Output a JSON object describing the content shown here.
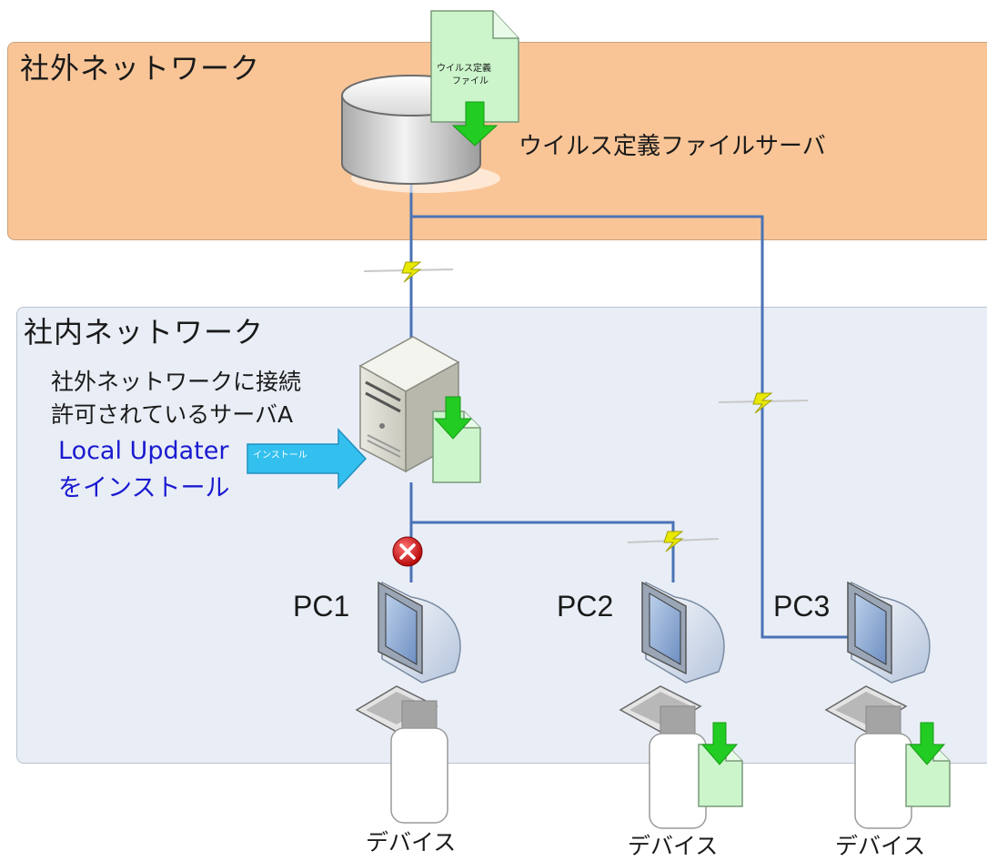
{
  "zones": {
    "external": {
      "title": "社外ネットワーク",
      "color": "#f9c597"
    },
    "internal": {
      "title": "社内ネットワーク",
      "color": "#e9eef6"
    }
  },
  "definition_server": {
    "label": "ウイルス定義ファイルサーバ",
    "file_text_line1": "ウイルス定義",
    "file_text_line2": "ファイル"
  },
  "server_a": {
    "line1": "社外ネットワークに接続",
    "line2": "許可されているサーバA"
  },
  "local_updater": {
    "line1": "Local Updater",
    "line2": "をインストール",
    "arrow_text": "インストール",
    "color": "#1a1ad0"
  },
  "pcs": [
    {
      "label": "PC1",
      "blocked": true
    },
    {
      "label": "PC2",
      "blocked": false
    },
    {
      "label": "PC3",
      "blocked": false
    }
  ],
  "devices": [
    {
      "label": "デバイス",
      "has_file": false
    },
    {
      "label": "デバイス",
      "has_file": true
    },
    {
      "label": "デバイス",
      "has_file": true
    }
  ],
  "colors": {
    "network_line": "#4a72b5",
    "download_arrow": "#22cc22",
    "file_fill": "#ccf5cc",
    "install_arrow": "#33c0ee",
    "blocked": "#d01818",
    "lightning": "#e8e800"
  },
  "icons": {
    "database": "database-icon",
    "server": "server-tower-icon",
    "pc": "desktop-pc-icon",
    "device": "usb-device-icon",
    "file": "document-icon",
    "download": "down-arrow-icon",
    "blocked": "blocked-x-icon",
    "wireless": "lightning-link-icon"
  }
}
